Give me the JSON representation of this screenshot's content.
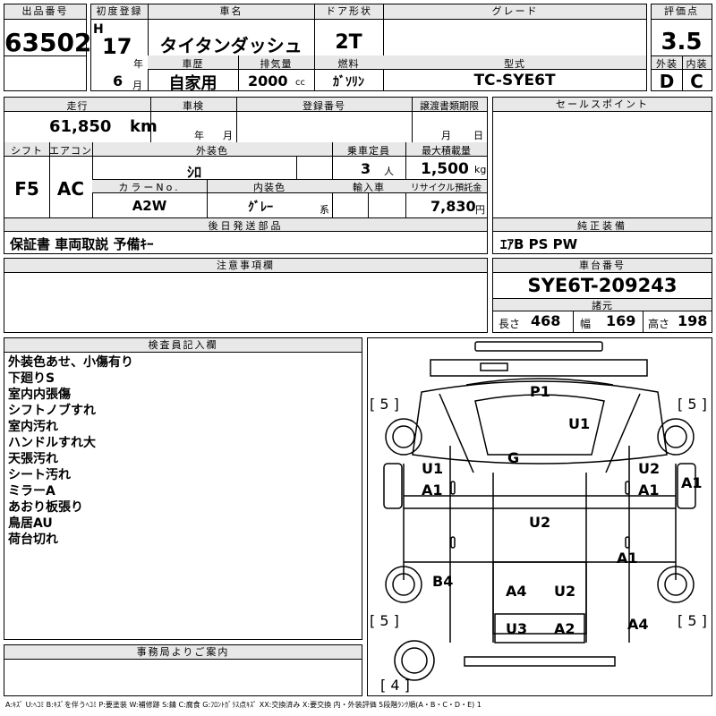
{
  "header": {
    "lot_label": "出品番号",
    "lot_number": "63502",
    "first_reg_label": "初度登録",
    "era": "H",
    "year": "17",
    "year_unit": "年",
    "shaken_history_label": "車歴",
    "month": "6",
    "month_unit": "月",
    "history_value": "自家用",
    "car_name_label": "車名",
    "car_name": "タイタンダッシュ",
    "displacement_label": "排気量",
    "displacement": "2000",
    "displacement_unit": "cc",
    "door_label": "ドア形状",
    "door": "2T",
    "fuel_label": "燃料",
    "fuel": "ｶﾞｿﾘﾝ",
    "grade_label": "グレード",
    "grade": "",
    "model_label": "型式",
    "model": "TC-SYE6T",
    "score_label": "評価点",
    "score": "3.5",
    "ext_label": "外装",
    "ext_grade": "D",
    "int_label": "内装",
    "int_grade": "C"
  },
  "row2": {
    "mileage_label": "走行",
    "mileage": "61,850",
    "mileage_unit": "km",
    "inspection_label": "車検",
    "insp_year": "年",
    "insp_month": "月",
    "reg_label": "登録番号",
    "transfer_label": "譲渡書類期限",
    "transfer_month": "月",
    "transfer_day": "日",
    "shift_label": "シフト",
    "shift": "F5",
    "aircon_label": "エアコン",
    "aircon": "AC",
    "color_label": "外装色",
    "color": "ｼﾛ",
    "capacity_label": "乗車定員",
    "capacity": "3",
    "capacity_unit": "人",
    "max_load_label": "最大積載量",
    "max_load": "1,500",
    "max_load_unit": "kg",
    "color_no_label": "カラーNo.",
    "color_no": "A2W",
    "interior_label": "内装色",
    "interior": "ｸﾞﾚｰ",
    "interior_unit": "系",
    "import_label": "輸入車",
    "recycle_label": "リサイクル預託金",
    "recycle": "7,830",
    "recycle_unit": "円",
    "parts_label": "後日発送部品",
    "parts": "保証書 車両取説 予備ｷｰ"
  },
  "sales": {
    "label": "セールスポイント",
    "equip_label": "純正装備",
    "equip": "ｴｱB PS PW"
  },
  "notes": {
    "label": "注意事項欄"
  },
  "chassis": {
    "label": "車台番号",
    "number": "SYE6T-209243",
    "dims_label": "諸元",
    "length_label": "長さ",
    "length": "468",
    "width_label": "幅",
    "width": "169",
    "height_label": "高さ",
    "height": "198"
  },
  "inspector": {
    "label": "検査員記入欄",
    "lines": [
      "外装色あせ、小傷有り",
      "下廻りS",
      "室内内張傷",
      "シフトノブすれ",
      "室内汚れ",
      "ハンドルすれ大",
      "天張汚れ",
      "シート汚れ",
      "ミラーA",
      "あおり板張り",
      "鳥居AU",
      "荷台切れ"
    ]
  },
  "office": {
    "label": "事務局よりご案内"
  },
  "diagram": {
    "marks": {
      "p1": "P1",
      "u1_top": "U1",
      "g": "G",
      "u1_left": "U1",
      "a1_left": "A1",
      "u2_right": "U2",
      "a1_right": "A1",
      "a1_far": "A1",
      "u2_mid": "U2",
      "a1_low": "A1",
      "b4": "B4",
      "a4_mid": "A4",
      "u2_low": "U2",
      "u3": "U3",
      "a2": "A2",
      "a4_right": "A4"
    },
    "tires": {
      "fl": "[ 5 ]",
      "fr": "[ 5 ]",
      "rl": "[ 5 ]",
      "rr": "[ 5 ]",
      "spare": "[ 4 ]"
    }
  },
  "legend": "A:ｷｽﾞ U:ﾍｺﾐ B:ｷｽﾞを伴うﾍｺﾐ P:要塗装 W:補修跡 S:錆 C:腐食 G:ﾌﾛﾝﾄｶﾞﾗｽ点ｷｽﾞ XX:交換済み X:要交換 内・外装評価 5段階ﾗﾝｸ順(A・B・C・D・E) 1"
}
